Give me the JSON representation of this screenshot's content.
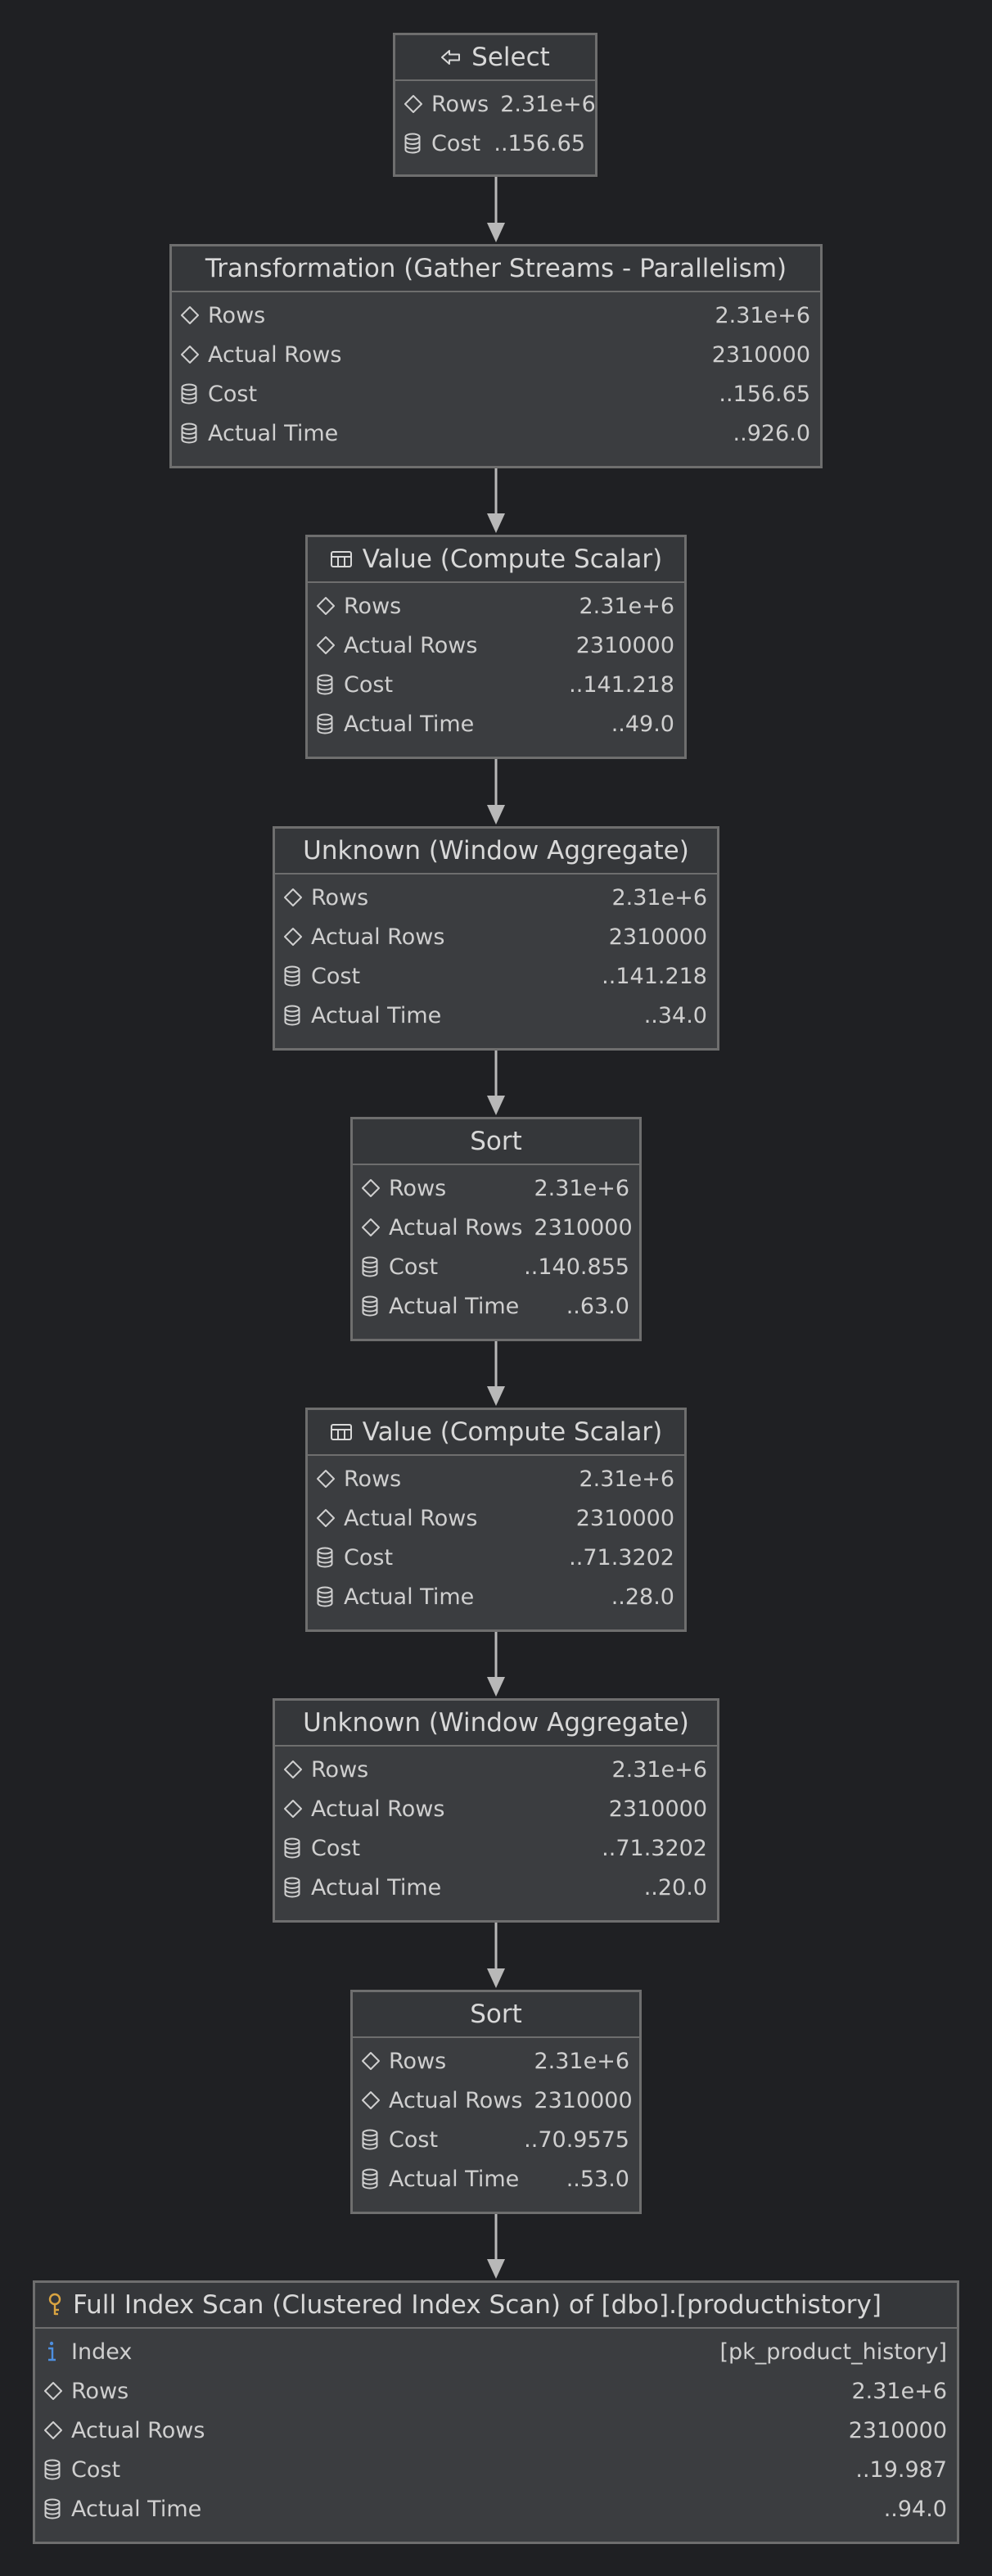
{
  "nodes": [
    {
      "title": "Select",
      "icon": "arrow-left-icon",
      "rows": [
        {
          "icon": "diamond-icon",
          "label": "Rows",
          "value": "2.31e+6"
        },
        {
          "icon": "database-icon",
          "label": "Cost",
          "value": "..156.65"
        }
      ]
    },
    {
      "title": "Transformation (Gather Streams - Parallelism)",
      "icon": "",
      "rows": [
        {
          "icon": "diamond-icon",
          "label": "Rows",
          "value": "2.31e+6"
        },
        {
          "icon": "diamond-icon",
          "label": "Actual Rows",
          "value": "2310000"
        },
        {
          "icon": "database-icon",
          "label": "Cost",
          "value": "..156.65"
        },
        {
          "icon": "database-icon",
          "label": "Actual Time",
          "value": "..926.0"
        }
      ]
    },
    {
      "title": "Value (Compute Scalar)",
      "icon": "table-icon",
      "rows": [
        {
          "icon": "diamond-icon",
          "label": "Rows",
          "value": "2.31e+6"
        },
        {
          "icon": "diamond-icon",
          "label": "Actual Rows",
          "value": "2310000"
        },
        {
          "icon": "database-icon",
          "label": "Cost",
          "value": "..141.218"
        },
        {
          "icon": "database-icon",
          "label": "Actual Time",
          "value": "..49.0"
        }
      ]
    },
    {
      "title": "Unknown (Window Aggregate)",
      "icon": "",
      "rows": [
        {
          "icon": "diamond-icon",
          "label": "Rows",
          "value": "2.31e+6"
        },
        {
          "icon": "diamond-icon",
          "label": "Actual Rows",
          "value": "2310000"
        },
        {
          "icon": "database-icon",
          "label": "Cost",
          "value": "..141.218"
        },
        {
          "icon": "database-icon",
          "label": "Actual Time",
          "value": "..34.0"
        }
      ]
    },
    {
      "title": "Sort",
      "icon": "",
      "rows": [
        {
          "icon": "diamond-icon",
          "label": "Rows",
          "value": "2.31e+6"
        },
        {
          "icon": "diamond-icon",
          "label": "Actual Rows",
          "value": "2310000"
        },
        {
          "icon": "database-icon",
          "label": "Cost",
          "value": "..140.855"
        },
        {
          "icon": "database-icon",
          "label": "Actual Time",
          "value": "..63.0"
        }
      ]
    },
    {
      "title": "Value (Compute Scalar)",
      "icon": "table-icon",
      "rows": [
        {
          "icon": "diamond-icon",
          "label": "Rows",
          "value": "2.31e+6"
        },
        {
          "icon": "diamond-icon",
          "label": "Actual Rows",
          "value": "2310000"
        },
        {
          "icon": "database-icon",
          "label": "Cost",
          "value": "..71.3202"
        },
        {
          "icon": "database-icon",
          "label": "Actual Time",
          "value": "..28.0"
        }
      ]
    },
    {
      "title": "Unknown (Window Aggregate)",
      "icon": "",
      "rows": [
        {
          "icon": "diamond-icon",
          "label": "Rows",
          "value": "2.31e+6"
        },
        {
          "icon": "diamond-icon",
          "label": "Actual Rows",
          "value": "2310000"
        },
        {
          "icon": "database-icon",
          "label": "Cost",
          "value": "..71.3202"
        },
        {
          "icon": "database-icon",
          "label": "Actual Time",
          "value": "..20.0"
        }
      ]
    },
    {
      "title": "Sort",
      "icon": "",
      "rows": [
        {
          "icon": "diamond-icon",
          "label": "Rows",
          "value": "2.31e+6"
        },
        {
          "icon": "diamond-icon",
          "label": "Actual Rows",
          "value": "2310000"
        },
        {
          "icon": "database-icon",
          "label": "Cost",
          "value": "..70.9575"
        },
        {
          "icon": "database-icon",
          "label": "Actual Time",
          "value": "..53.0"
        }
      ]
    },
    {
      "title": "Full Index Scan (Clustered Index Scan) of [dbo].[producthistory]",
      "icon": "key-icon",
      "rows": [
        {
          "icon": "info-icon",
          "label": "Index",
          "value": "[pk_product_history]"
        },
        {
          "icon": "diamond-icon",
          "label": "Rows",
          "value": "2.31e+6"
        },
        {
          "icon": "diamond-icon",
          "label": "Actual Rows",
          "value": "2310000"
        },
        {
          "icon": "database-icon",
          "label": "Cost",
          "value": "..19.987"
        },
        {
          "icon": "database-icon",
          "label": "Actual Time",
          "value": "..94.0"
        }
      ]
    }
  ],
  "colors": {
    "background": "#1f2023",
    "node": "#3b3d40",
    "border": "#6e6e6e",
    "text": "#cfcfcf",
    "key": "#d9a441",
    "info": "#4d8fe0"
  }
}
